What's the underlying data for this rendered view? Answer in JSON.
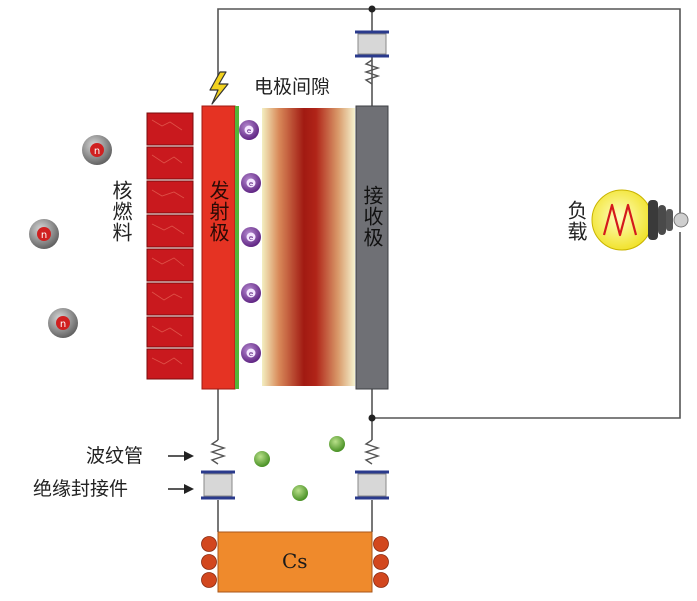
{
  "labels": {
    "electrode_gap": "电极间隙",
    "nuclear_fuel": "核燃料",
    "emitter": "发射极",
    "collector": "接收极",
    "load": "负载",
    "bellows": "波纹管",
    "insulating_seal": "绝缘封接件",
    "cesium": "Cs"
  },
  "particles": {
    "neutron": "n",
    "electron": "e"
  },
  "colors": {
    "emitter": "#e53323",
    "collector": "#6f7075",
    "fuel": "#c9191e",
    "reservoir": "#ef8a2c",
    "cs_vapor": "#5aa62c",
    "electron": "#6a2a8e",
    "wire": "#555555"
  }
}
